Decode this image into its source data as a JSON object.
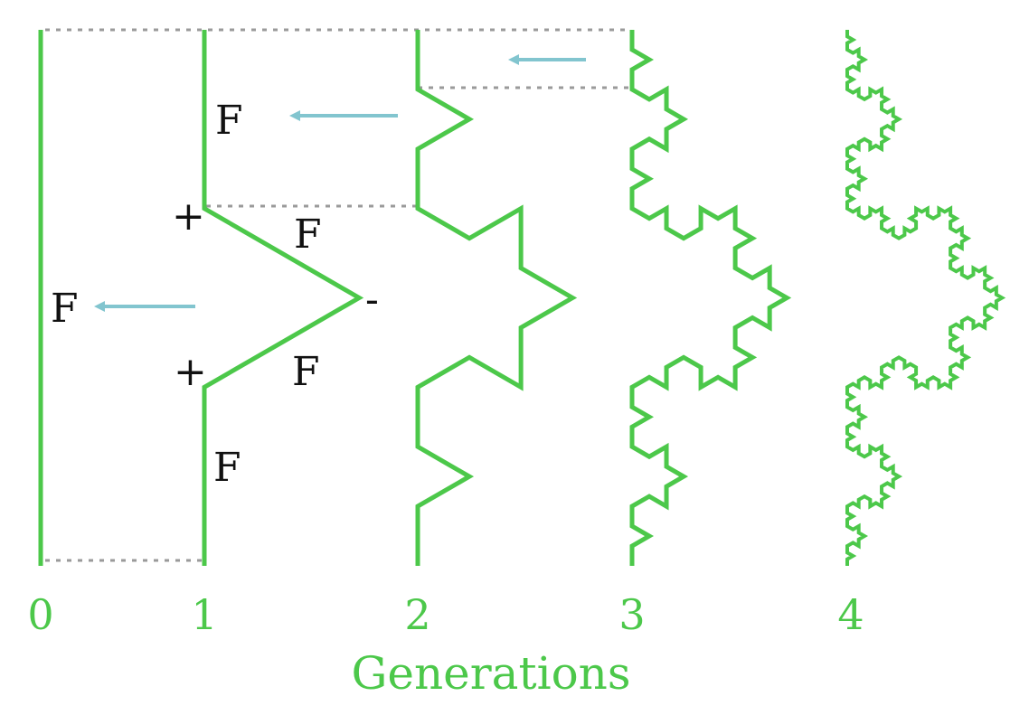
{
  "diagram": {
    "title": "",
    "caption": "Generations",
    "generations": [
      {
        "label": "0",
        "depth": 0
      },
      {
        "label": "1",
        "depth": 1
      },
      {
        "label": "2",
        "depth": 2
      },
      {
        "label": "3",
        "depth": 3
      },
      {
        "label": "4",
        "depth": 4
      }
    ],
    "symbols": {
      "forward": "F",
      "plus": "+",
      "minus": "-"
    },
    "colors": {
      "curve": "#4CC84A",
      "arrow": "#82C5CF",
      "dotted_guide": "#9A9A9A",
      "symbol_text": "#111111",
      "label_text": "#4CC84A"
    }
  }
}
